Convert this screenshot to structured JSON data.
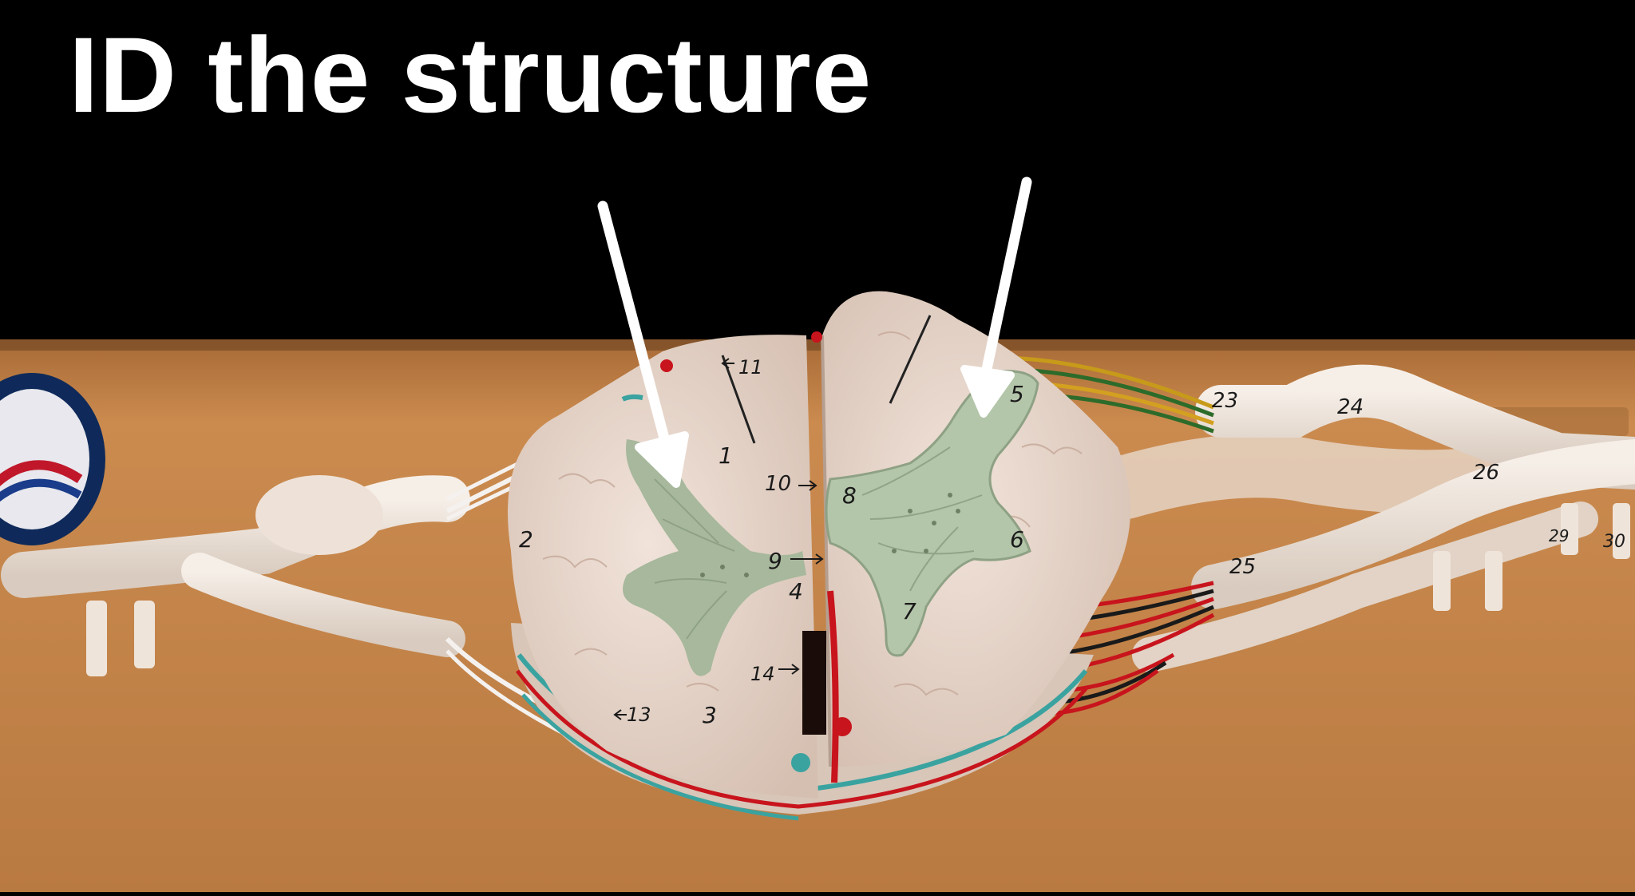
{
  "slide": {
    "title": "ID the structure"
  },
  "model_labels": {
    "n1": "1",
    "n2": "2",
    "n3": "3",
    "n4": "4",
    "n5": "5",
    "n6": "6",
    "n7": "7",
    "n8": "8",
    "n9": "9",
    "n10": "10",
    "n11": "11",
    "n13": "13",
    "n14": "14",
    "n23": "23",
    "n24": "24",
    "n25": "25",
    "n26": "26",
    "n29": "29",
    "n30": "30"
  },
  "colors": {
    "background_top": "#000000",
    "table_wood": "#c98a4e",
    "white_matter": "#ead9cf",
    "grey_matter": "#a9b99e",
    "arrow": "#ffffff"
  }
}
